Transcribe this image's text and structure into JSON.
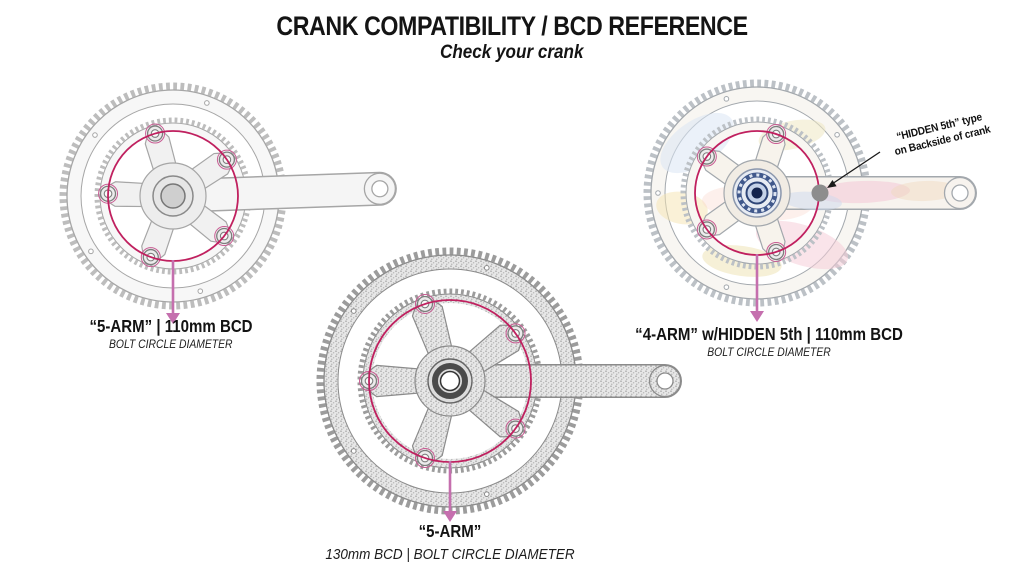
{
  "header": {
    "title": "CRANK COMPATIBILITY / BCD REFERENCE",
    "subtitle": "Check your crank"
  },
  "colors": {
    "bcd_circle": "#c0205f",
    "arrow": "#c56fae",
    "bolt_ring": "#c85c93",
    "pointer_line": "#1a1a1a",
    "hidden_dot": "#8d8d8d"
  },
  "cranks": [
    {
      "label": "“5-ARM” | 110mm BCD",
      "sublabel": "BOLT CIRCLE DIAMETER"
    },
    {
      "label": "“5-ARM”",
      "sublabel": "130mm BCD  | BOLT CIRCLE DIAMETER"
    },
    {
      "label": "“4-ARM” w/HIDDEN 5th | 110mm BCD",
      "sublabel": "BOLT CIRCLE DIAMETER",
      "annotation_line1": "“HIDDEN 5th” type",
      "annotation_line2": "on Backside of crank"
    }
  ]
}
